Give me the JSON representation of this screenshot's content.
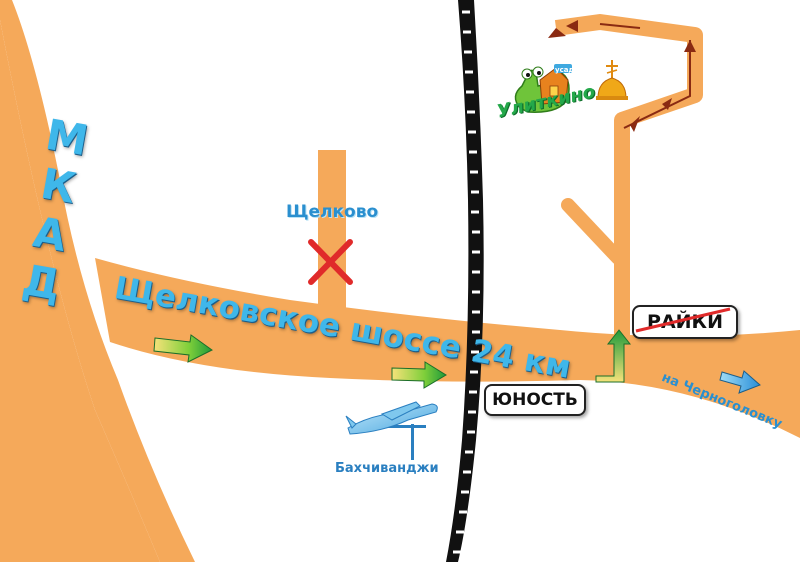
{
  "map": {
    "colors": {
      "road": "#f5a95a",
      "road_edge": "#e88f38",
      "rail_dark": "#111111",
      "rail_light": "#ffffff",
      "label_blue": "#3fb7ea",
      "cross_red": "#e02a2a",
      "route_dark": "#8a2a12",
      "church_gold": "#f0a818"
    },
    "labels": {
      "mkad": "МКАД",
      "highway": "Щелковское шоссе 24 км",
      "shchelkovo": "Щелково",
      "bakhchivandzhi": "Бахчиванджи",
      "to_chernogolovka": "на Черноголовку",
      "ulitkino": "Улиткино",
      "usadba": "усадьба"
    },
    "signs": {
      "yunost": "ЮНОСТЬ",
      "raiki": "РАЙКИ"
    },
    "icons": {
      "direction_arrow": "green-arrow-icon",
      "airplane": "airplane-monument-icon",
      "church": "church-icon",
      "snail_logo": "snail-logo-icon",
      "crossed_out": "red-cross-icon"
    }
  }
}
